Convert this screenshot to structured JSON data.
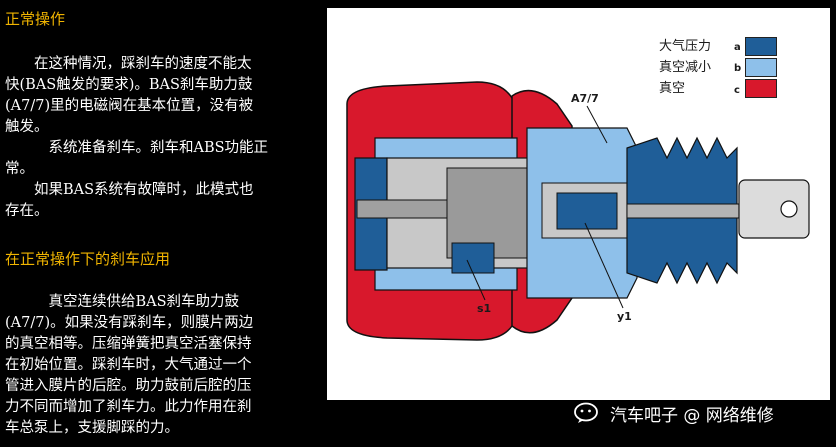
{
  "left": {
    "section1_title": "正常操作",
    "section1_lines": [
      "在这种情况，踩刹车的速度不能太",
      "快(BAS触发的要求)。BAS刹车助力鼓",
      "(A7/7)里的电磁阀在基本位置，没有被",
      "触发。",
      "系统准备刹车。刹车和ABS功能正",
      "常。",
      "如果BAS系统有故障时，此模式也",
      "存在。"
    ],
    "section2_title": "在正常操作下的刹车应用",
    "section2_lines": [
      "真空连续供给BAS刹车助力鼓",
      "(A7/7)。如果没有踩刹车，则膜片两边",
      "的真空相等。压缩弹簧把真空活塞保持",
      "在初始位置。踩刹车时，大气通过一个",
      "管进入膜片的后腔。助力鼓前后腔的压",
      "力不同而增加了刹车力。此力作用在刹",
      "车总泵上，支援脚踩的力。"
    ]
  },
  "figure": {
    "legend": [
      {
        "label": "大气压力",
        "letter": "a",
        "color": "#1f5e98"
      },
      {
        "label": "真空减小",
        "letter": "b",
        "color": "#8ec0ea"
      },
      {
        "label": "真空",
        "letter": "c",
        "color": "#d8182c"
      }
    ],
    "labels": {
      "a77": "A7/7",
      "s1": "s1",
      "y1": "y1"
    }
  },
  "watermark": {
    "text": "汽车吧子 @ 网络维修"
  }
}
